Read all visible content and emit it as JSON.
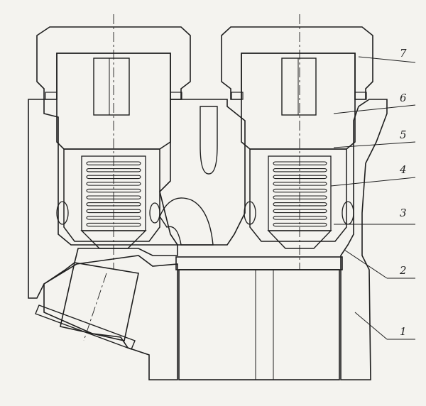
{
  "drawing": {
    "subject": "valve-block-cross-section",
    "ink_color": "#1e1e1e",
    "paper_color": "#f4f3ef",
    "callouts": [
      {
        "id": "callout-1",
        "label": "1"
      },
      {
        "id": "callout-2",
        "label": "2"
      },
      {
        "id": "callout-3",
        "label": "3"
      },
      {
        "id": "callout-4",
        "label": "4"
      },
      {
        "id": "callout-5",
        "label": "5"
      },
      {
        "id": "callout-6",
        "label": "6"
      },
      {
        "id": "callout-7",
        "label": "7"
      }
    ]
  }
}
